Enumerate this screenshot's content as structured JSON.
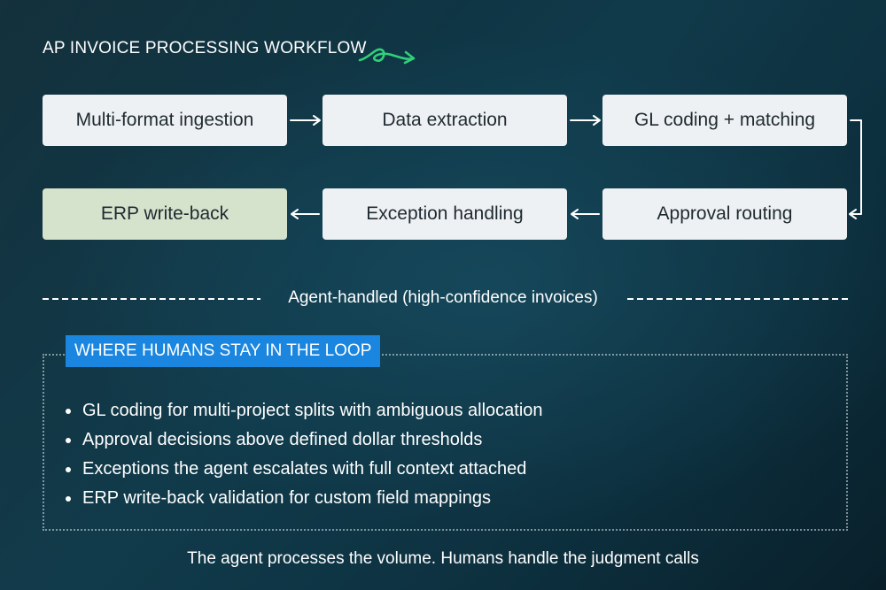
{
  "title": "AP INVOICE PROCESSING WORKFLOW",
  "steps": [
    {
      "label": "Multi-format ingestion"
    },
    {
      "label": "Data extraction"
    },
    {
      "label": "GL coding + matching"
    },
    {
      "label": "Approval routing"
    },
    {
      "label": "Exception handling"
    },
    {
      "label": "ERP write-back"
    }
  ],
  "divider_label": "Agent-handled (high-confidence invoices)",
  "humans": {
    "heading": "WHERE HUMANS STAY IN THE LOOP",
    "items": [
      "GL coding for multi-project splits with ambiguous allocation",
      "Approval decisions above defined dollar thresholds",
      "Exceptions the agent escalates with full context attached",
      "ERP write-back validation for custom field mappings"
    ]
  },
  "footer": "The agent processes the volume. Humans handle the judgment calls",
  "colors": {
    "background": "#103a4a",
    "step_box": "#eef1f3",
    "final_step_box": "#d5e3cc",
    "accent_tag": "#1a86e0",
    "squiggle": "#2fd17a"
  }
}
